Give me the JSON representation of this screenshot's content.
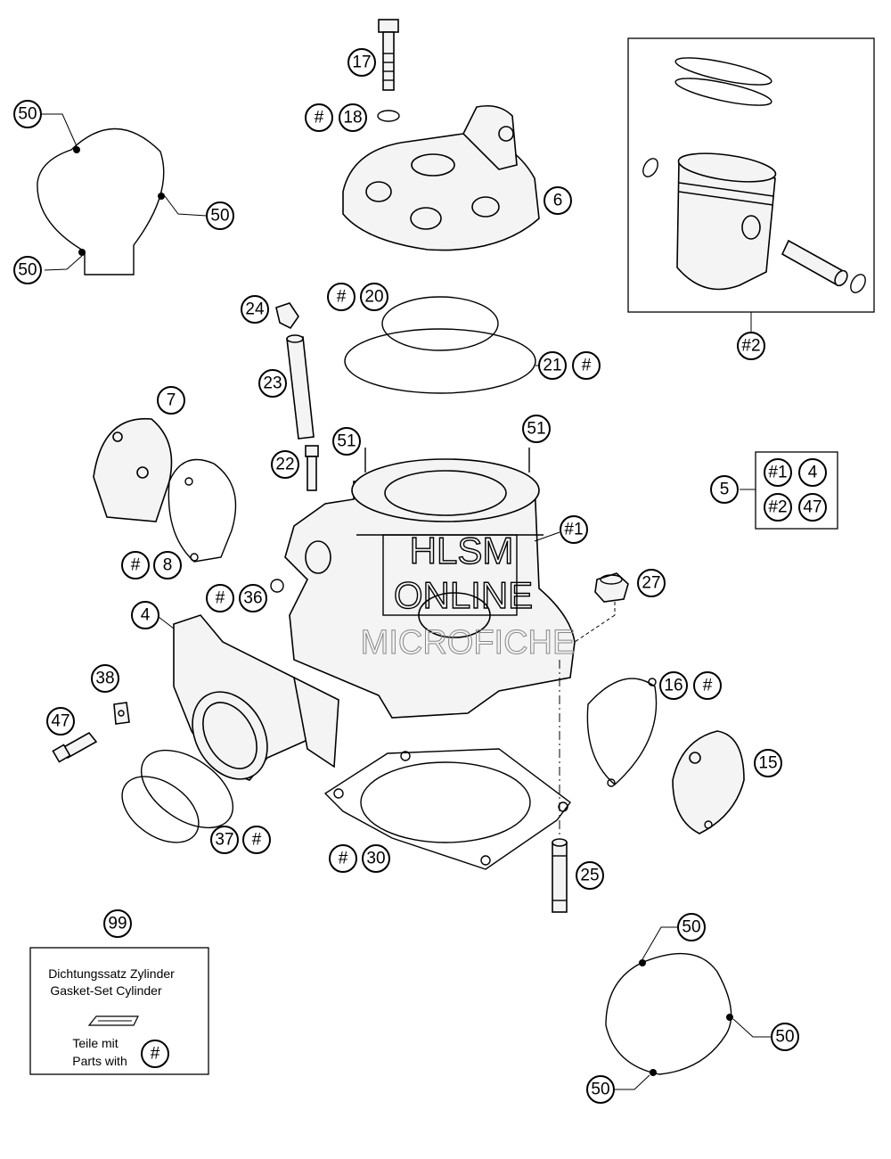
{
  "callouts": {
    "c17": "17",
    "c18h": "#",
    "c18": "18",
    "c6": "6",
    "c50a": "50",
    "c50b": "50",
    "c50c": "50",
    "c2": "#2",
    "c24": "24",
    "c20h": "#",
    "c20": "20",
    "c21": "21",
    "c21h": "#",
    "c23": "23",
    "c7": "7",
    "c22": "22",
    "c51a": "51",
    "c51b": "51",
    "c5": "5",
    "c5a": "#1",
    "c5b": "4",
    "c5c": "#2",
    "c5d": "47",
    "c1": "#1",
    "c8h": "#",
    "c8": "8",
    "c36h": "#",
    "c36": "36",
    "c27": "27",
    "c4": "4",
    "c38": "38",
    "c47": "47",
    "c16": "16",
    "c16h": "#",
    "c15": "15",
    "c37": "37",
    "c37h": "#",
    "c30h": "#",
    "c30": "30",
    "c25": "25",
    "c99": "99",
    "c50d": "50",
    "c50e": "50",
    "c50f": "50"
  },
  "kit": {
    "line1": "Dichtungssatz Zylinder",
    "line2": "Gasket-Set Cylinder",
    "line3": "Teile mit",
    "line4": "Parts with",
    "mark": "#"
  },
  "watermark": {
    "line1": "HLSM",
    "line2": "ONLINE",
    "line3": "MICROFICHE"
  }
}
